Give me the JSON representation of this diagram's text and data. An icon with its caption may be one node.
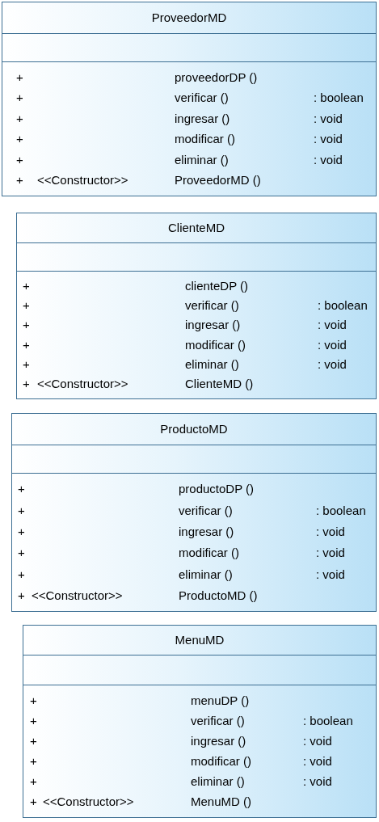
{
  "diagram": {
    "nodes": [
      {
        "text": [
          "ProveedorMD"
        ]
      },
      {
        "text": [],
        "shape": "box",
        "in": 0
      },
      {
        "text": [
          "+",
          "proveedorDP ()",
          "+",
          "verificar ()",
          ": boolean",
          "+",
          "ingresar ()",
          ": void",
          "+",
          "modificar ()",
          ": void",
          "+",
          "eliminar ()",
          ": void",
          "+",
          "<<Constructor>>",
          "ProveedorMD ()"
        ],
        "in": 0
      },
      {
        "text": [
          "ClienteMD"
        ]
      },
      {
        "text": [],
        "shape": "box",
        "in": 3
      },
      {
        "text": [
          "+",
          "clienteDP ()",
          "+",
          "verificar ()",
          ": boolean",
          "+",
          "ingresar ()",
          ": void",
          "+",
          "modificar ()",
          ": void",
          "+",
          "eliminar ()",
          ": void",
          "+",
          "<<Constructor>>",
          "ClienteMD ()"
        ],
        "in": 3
      },
      {
        "text": [
          "ProductoMD"
        ]
      },
      {
        "text": [],
        "shape": "box",
        "in": 6
      },
      {
        "text": [
          "+",
          "productoDP ()",
          "+",
          "verificar ()",
          ": boolean",
          "+",
          "ingresar ()",
          ": void",
          "+",
          "modificar ()",
          ": void",
          "+",
          "eliminar ()",
          ": void",
          "+",
          "<<Constructor>>",
          "ProductoMD ()"
        ],
        "in": 6
      },
      {
        "text": [
          "MenuMD"
        ]
      },
      {
        "text": [],
        "shape": "box",
        "in": 9
      },
      {
        "text": [
          "+",
          "menuDP ()",
          "+",
          "verificar ()",
          ": boolean",
          "+",
          "ingresar ()",
          ": void",
          "+",
          "modificar ()",
          ": void",
          "+",
          "eliminar ()",
          ": void",
          "+",
          "<<Constructor>>",
          "MenuMD ()"
        ],
        "in": 9
      }
    ],
    "edges": []
  }
}
